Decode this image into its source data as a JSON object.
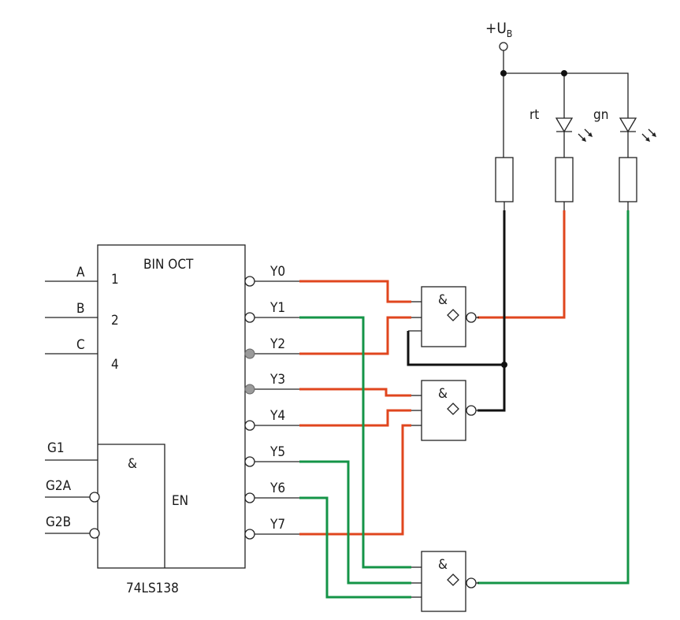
{
  "decoder": {
    "title": "BIN OCT",
    "part_number": "74LS138",
    "inputs": [
      {
        "name": "A",
        "weight": "1"
      },
      {
        "name": "B",
        "weight": "2"
      },
      {
        "name": "C",
        "weight": "4"
      }
    ],
    "enable_inputs": [
      "G1",
      "G2A",
      "G2B"
    ],
    "enable_block": {
      "symbol": "&",
      "output_label": "EN"
    },
    "outputs": [
      "Y0",
      "Y1",
      "Y2",
      "Y3",
      "Y4",
      "Y5",
      "Y6",
      "Y7"
    ]
  },
  "gates": [
    {
      "symbol": "&",
      "output_symbol": "◇"
    },
    {
      "symbol": "&",
      "output_symbol": "◇"
    },
    {
      "symbol": "&",
      "output_symbol": "◇"
    }
  ],
  "supply": {
    "label": "+U",
    "subscript": "B"
  },
  "leds": [
    {
      "label": "rt",
      "color": "#e0461e"
    },
    {
      "label": "gn",
      "color": "#149447"
    }
  ],
  "wire_colors": {
    "red": "#e0461e",
    "green": "#149447",
    "black": "#111111"
  }
}
